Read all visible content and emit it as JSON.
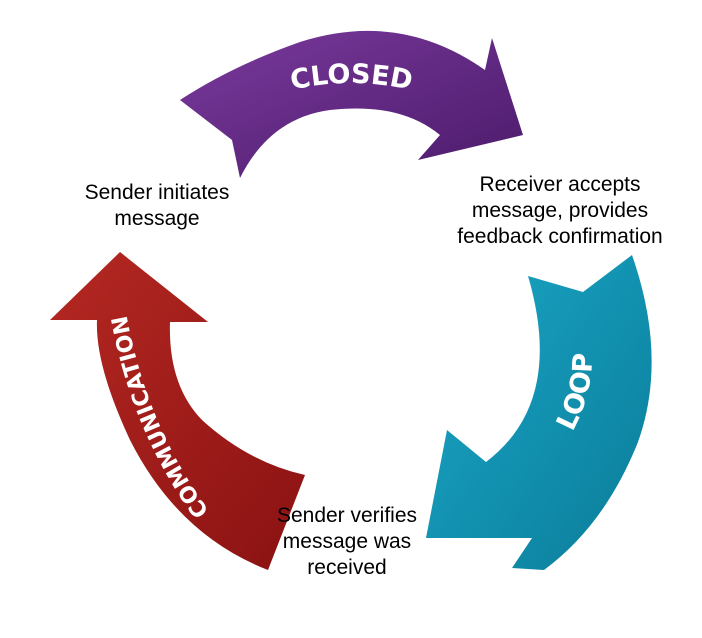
{
  "arrows": [
    {
      "id": "top",
      "word": "CLOSED",
      "color_light": "#7a3a9c",
      "color_dark": "#4b1a6b"
    },
    {
      "id": "right",
      "word": "LOOP",
      "color_light": "#1aa7c6",
      "color_dark": "#0a7c99"
    },
    {
      "id": "left",
      "word": "COMMUNICATION",
      "color_light": "#b52822",
      "color_dark": "#8a1212"
    }
  ],
  "steps": [
    {
      "id": "initiate",
      "lines": [
        "Sender initiates",
        "message"
      ]
    },
    {
      "id": "accept",
      "lines": [
        "Receiver accepts",
        "message, provides",
        "feedback confirmation"
      ]
    },
    {
      "id": "verify",
      "lines": [
        "Sender verifies",
        "message was",
        "received"
      ]
    }
  ]
}
